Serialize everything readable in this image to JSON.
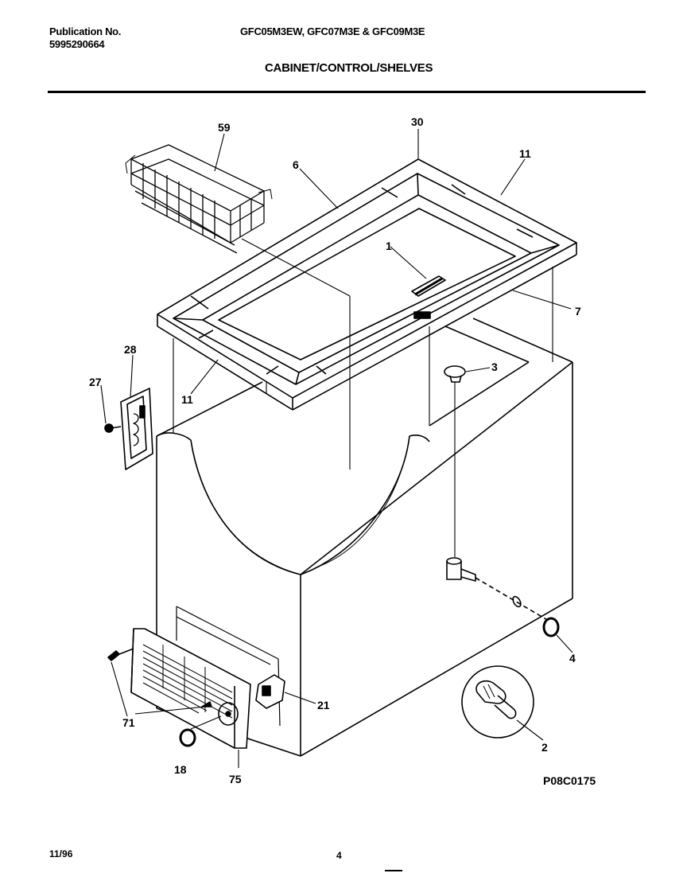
{
  "header": {
    "publication_label": "Publication No.",
    "publication_number": "5995290664",
    "models": "GFC05M3EW, GFC07M3E & GFC09M3E",
    "title": "CABINET/CONTROL/SHELVES"
  },
  "callouts": [
    {
      "id": "59",
      "label": "59"
    },
    {
      "id": "30",
      "label": "30"
    },
    {
      "id": "6",
      "label": "6"
    },
    {
      "id": "11a",
      "label": "11"
    },
    {
      "id": "1",
      "label": "1"
    },
    {
      "id": "7",
      "label": "7"
    },
    {
      "id": "28",
      "label": "28"
    },
    {
      "id": "27",
      "label": "27"
    },
    {
      "id": "11b",
      "label": "11"
    },
    {
      "id": "3",
      "label": "3"
    },
    {
      "id": "4",
      "label": "4"
    },
    {
      "id": "21",
      "label": "21"
    },
    {
      "id": "71",
      "label": "71"
    },
    {
      "id": "18",
      "label": "18"
    },
    {
      "id": "75",
      "label": "75"
    },
    {
      "id": "2",
      "label": "2"
    }
  ],
  "drawing_code": "P08C0175",
  "footer": {
    "date": "11/96",
    "page": "4"
  }
}
